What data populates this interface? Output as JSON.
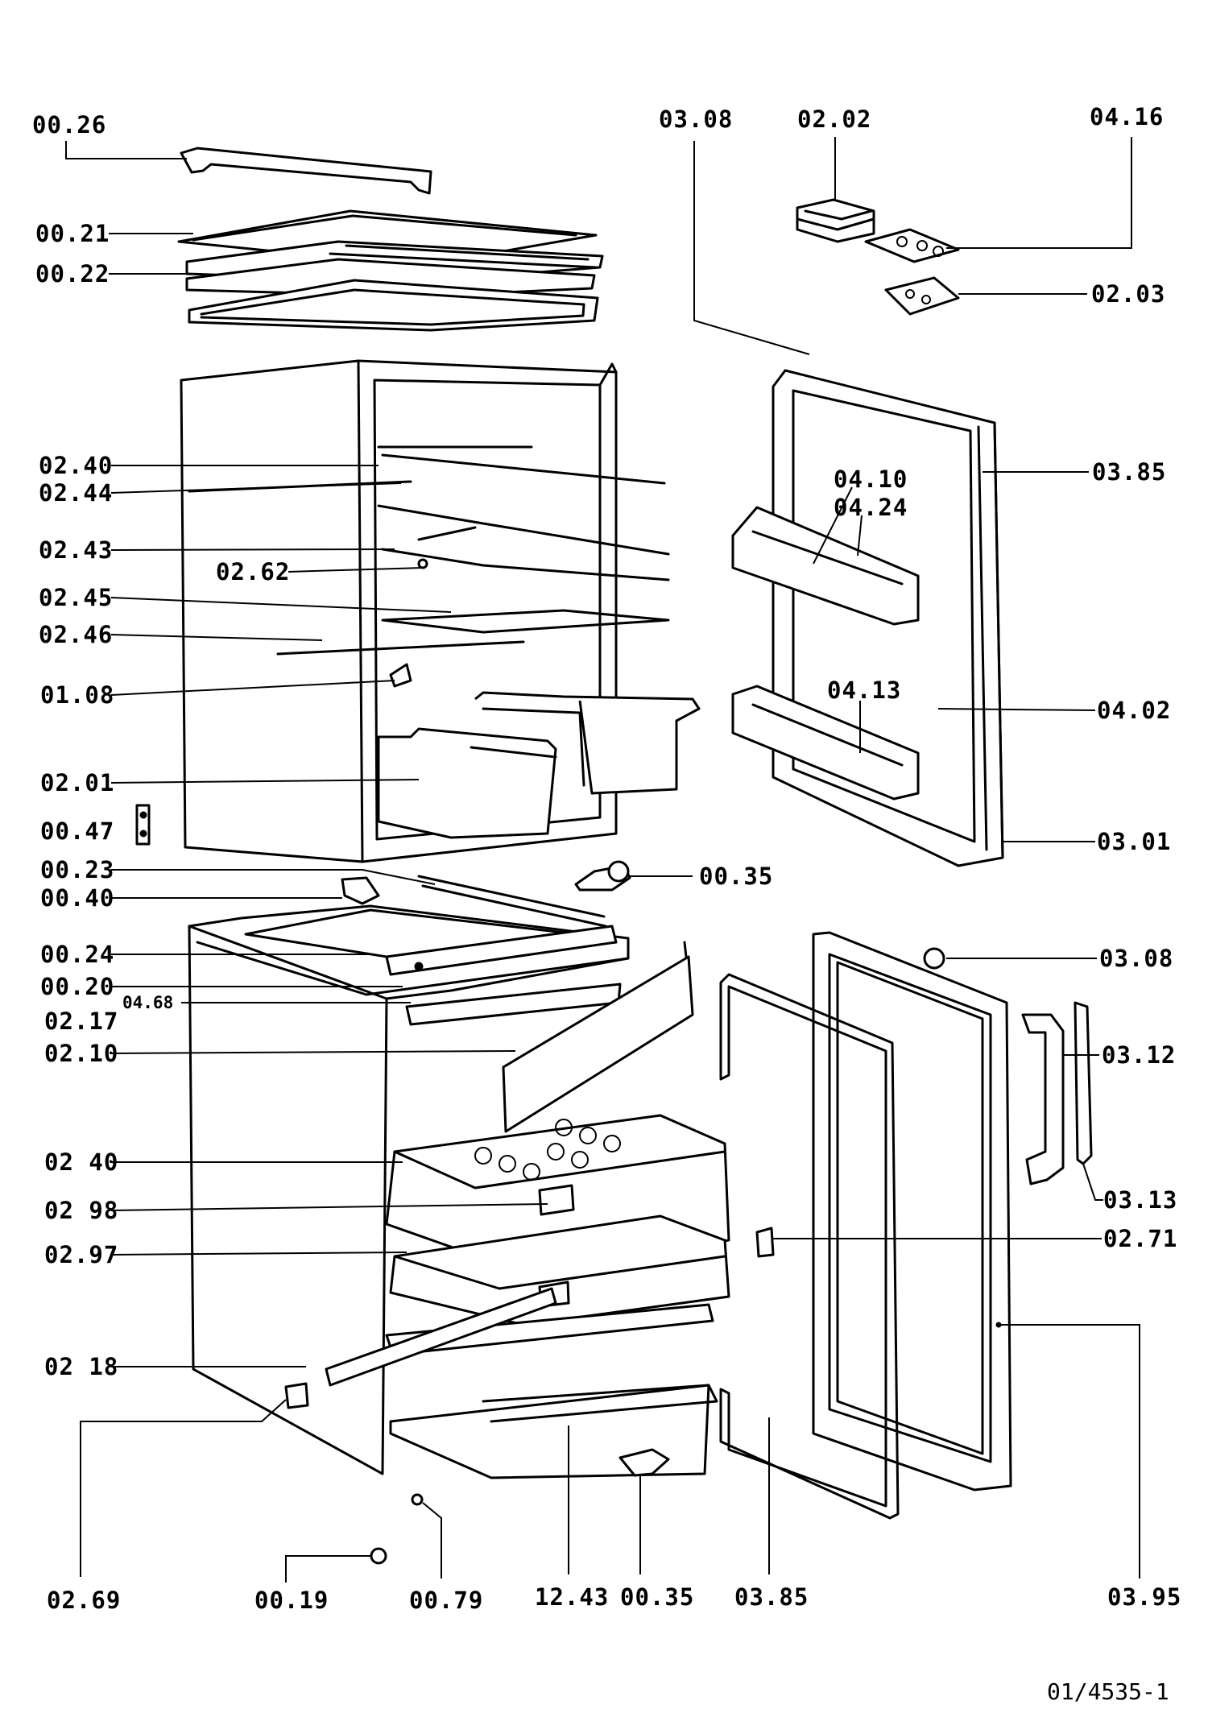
{
  "document_id": "01/4535-1",
  "callouts": {
    "top_left": [
      "00.26",
      "00.21",
      "00.22"
    ],
    "upper_cabinet": [
      "02.40",
      "02.44",
      "02.43",
      "02.62",
      "02.45",
      "02.46",
      "01.08",
      "02.01",
      "00.47"
    ],
    "mid_hardware": [
      "00.23",
      "00.40",
      "00.35"
    ],
    "freezer_left": [
      "00.24",
      "00.20",
      "04.68",
      "02.17",
      "02.10",
      "02 40",
      "02 98",
      "02.97",
      "02 18"
    ],
    "bottom": [
      "02.69",
      "00.19",
      "00.79",
      "12.43",
      "00.35",
      "03.85",
      "03.95"
    ],
    "top_right": [
      "03.08",
      "02.02",
      "04.16",
      "02.03"
    ],
    "upper_door": [
      "03.85",
      "04.10",
      "04.24",
      "04.13",
      "04.02",
      "03.01"
    ],
    "lower_door": [
      "03.08",
      "03.12",
      "03.13",
      "02.71"
    ]
  }
}
